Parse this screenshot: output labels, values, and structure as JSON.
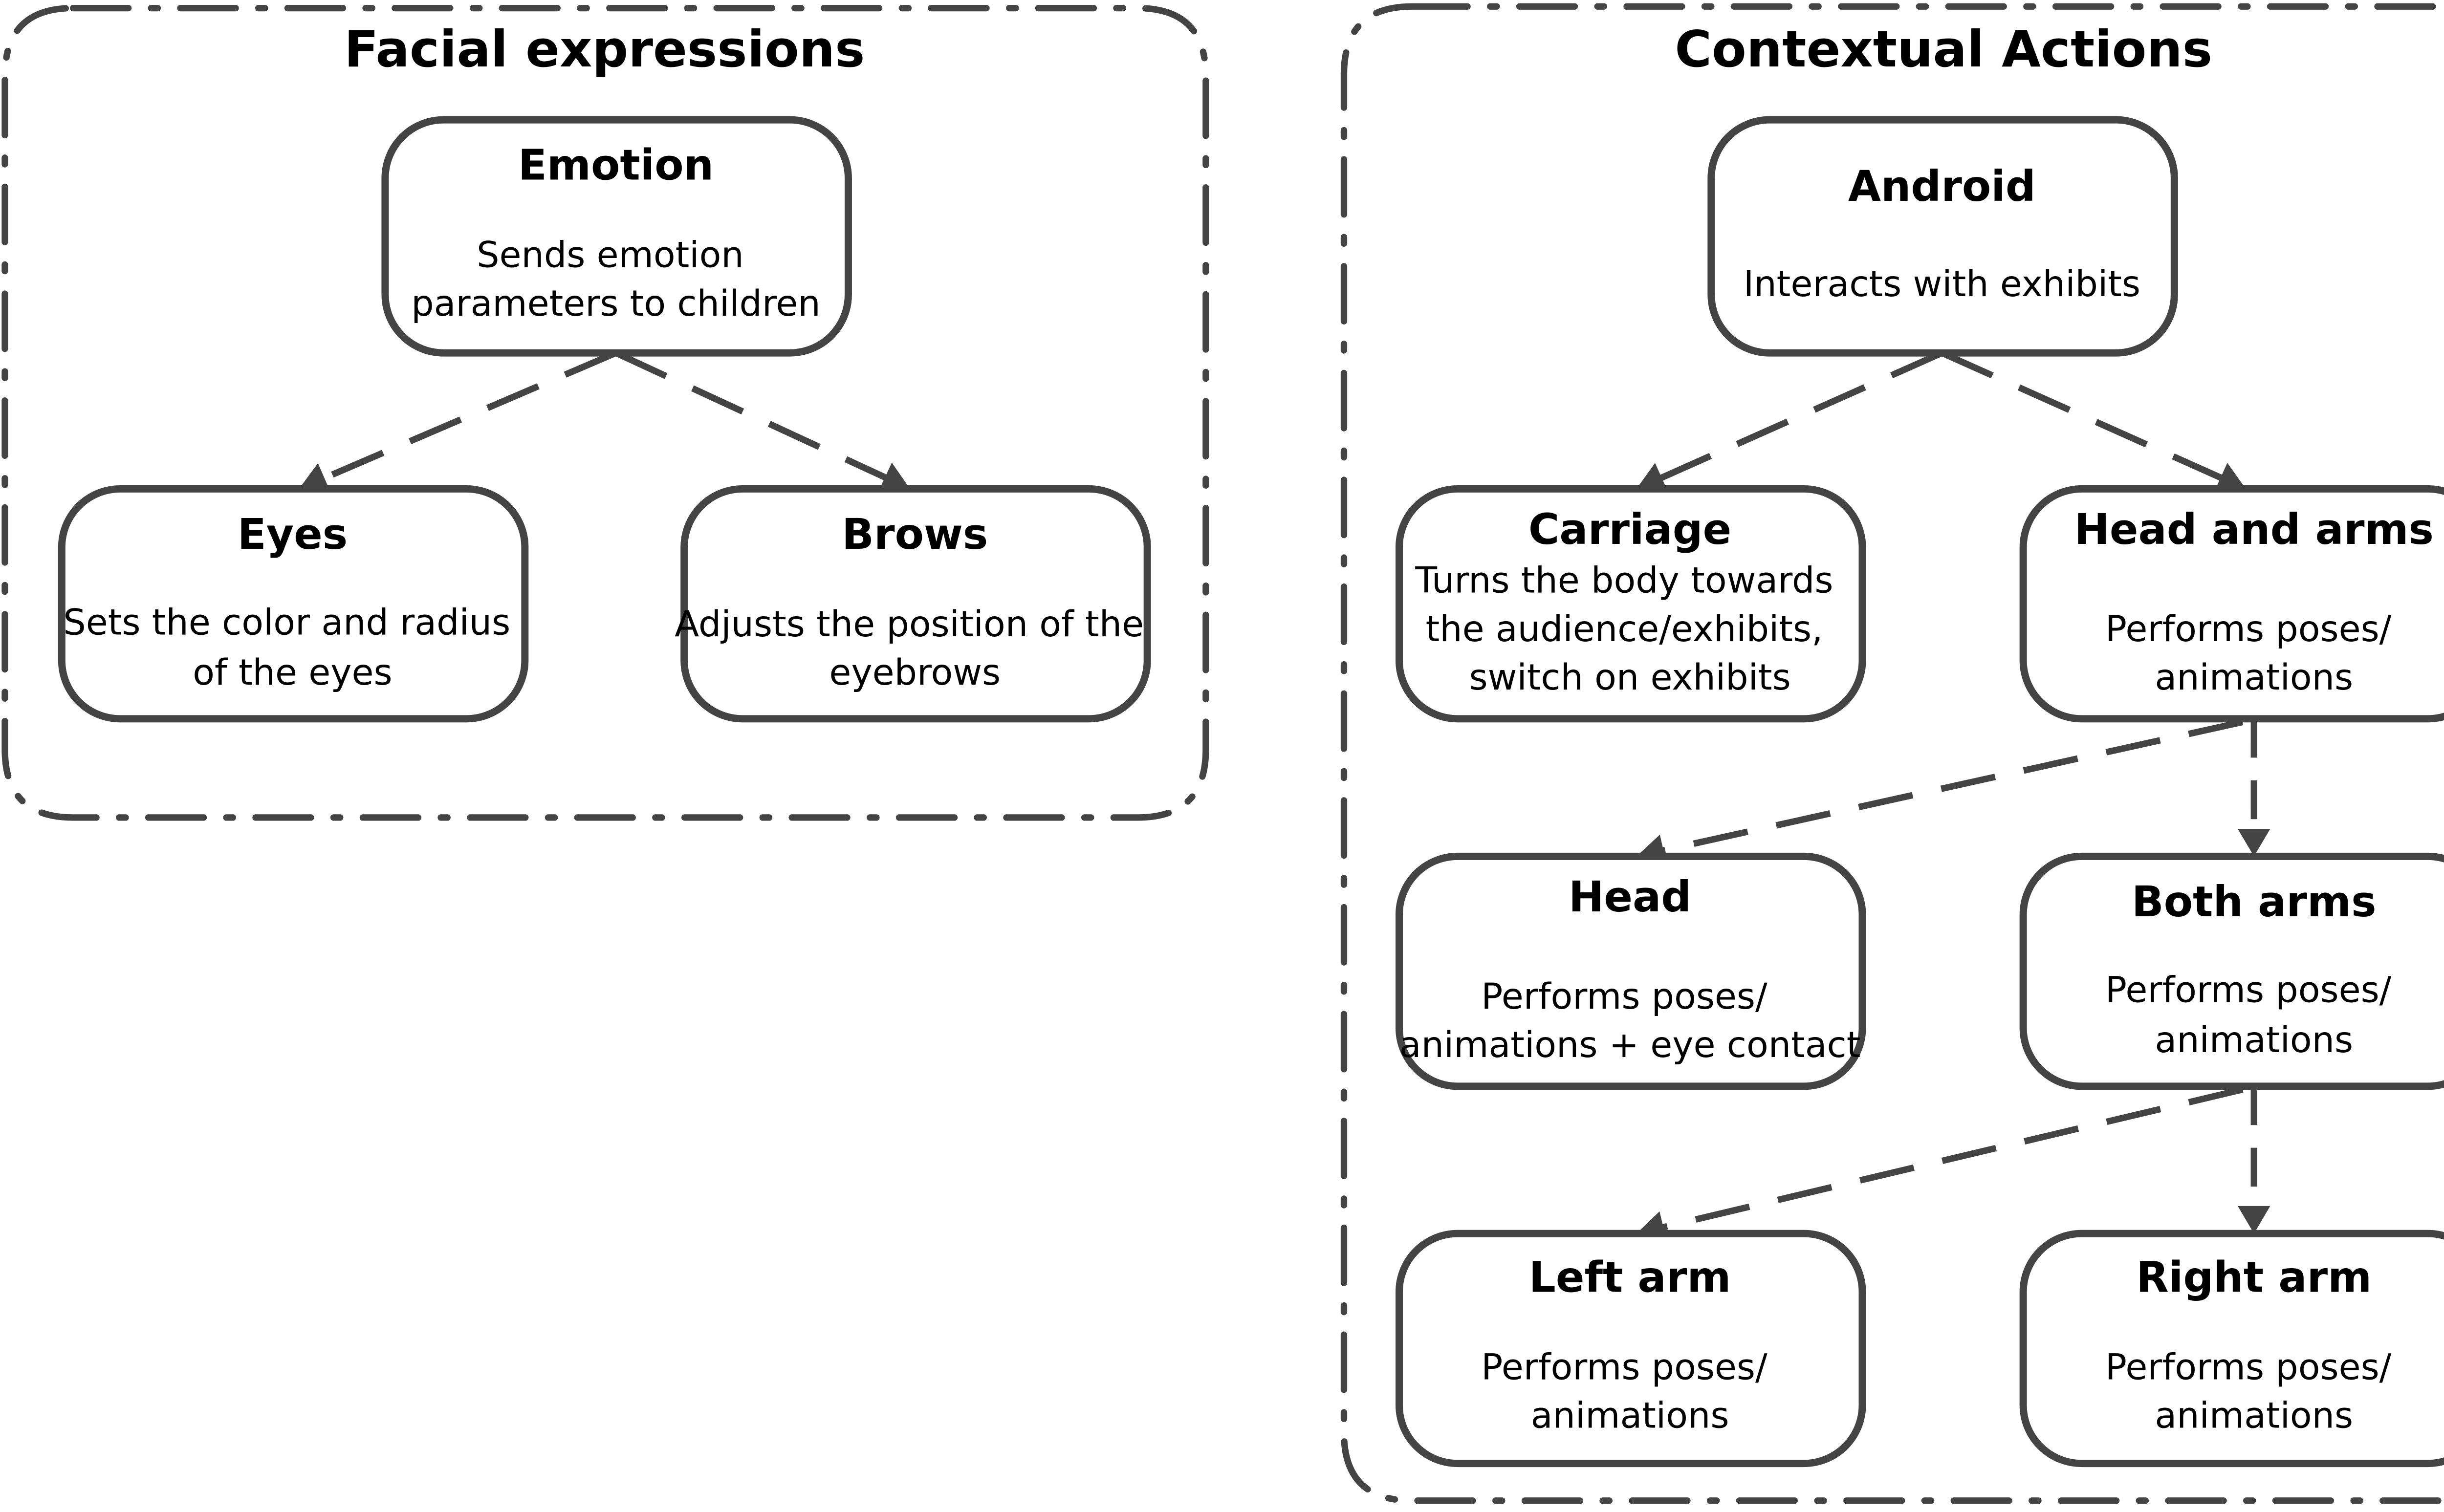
{
  "colors": {
    "stroke": "#444444",
    "text": "#000000",
    "background": "#ffffff"
  },
  "groups": {
    "facial": {
      "title": "Facial expressions"
    },
    "contextual": {
      "title": "Contextual Actions"
    }
  },
  "nodes": {
    "emotion": {
      "title": "Emotion",
      "desc": [
        "Sends emotion",
        "parameters to children"
      ]
    },
    "eyes": {
      "title": "Eyes",
      "desc": [
        "Sets the color and radius",
        "of the eyes"
      ]
    },
    "brows": {
      "title": "Brows",
      "desc": [
        "Adjusts the position of the",
        "eyebrows"
      ]
    },
    "android": {
      "title": "Android",
      "desc": [
        "Interacts with exhibits"
      ]
    },
    "carriage": {
      "title": "Carriage",
      "desc": [
        "Turns the body towards",
        "the audience/exhibits,",
        "switch on exhibits"
      ]
    },
    "head_and_arms": {
      "title": "Head and arms",
      "desc": [
        "Performs poses/",
        "animations"
      ]
    },
    "head": {
      "title": "Head",
      "desc": [
        "Performs poses/",
        "animations + eye contact"
      ]
    },
    "both_arms": {
      "title": "Both arms",
      "desc": [
        "Performs poses/",
        "animations"
      ]
    },
    "left_arm": {
      "title": "Left arm",
      "desc": [
        "Performs poses/",
        "animations"
      ]
    },
    "right_arm": {
      "title": "Right arm",
      "desc": [
        "Performs poses/",
        "animations"
      ]
    }
  },
  "edges": [
    {
      "from": "emotion",
      "to": "eyes",
      "style": "dashed"
    },
    {
      "from": "emotion",
      "to": "brows",
      "style": "dashed"
    },
    {
      "from": "android",
      "to": "carriage",
      "style": "dashed"
    },
    {
      "from": "android",
      "to": "head_and_arms",
      "style": "dashed"
    },
    {
      "from": "head_and_arms",
      "to": "head",
      "style": "dashed"
    },
    {
      "from": "head_and_arms",
      "to": "both_arms",
      "style": "dashed"
    },
    {
      "from": "both_arms",
      "to": "left_arm",
      "style": "dashed"
    },
    {
      "from": "both_arms",
      "to": "right_arm",
      "style": "dashed"
    }
  ]
}
